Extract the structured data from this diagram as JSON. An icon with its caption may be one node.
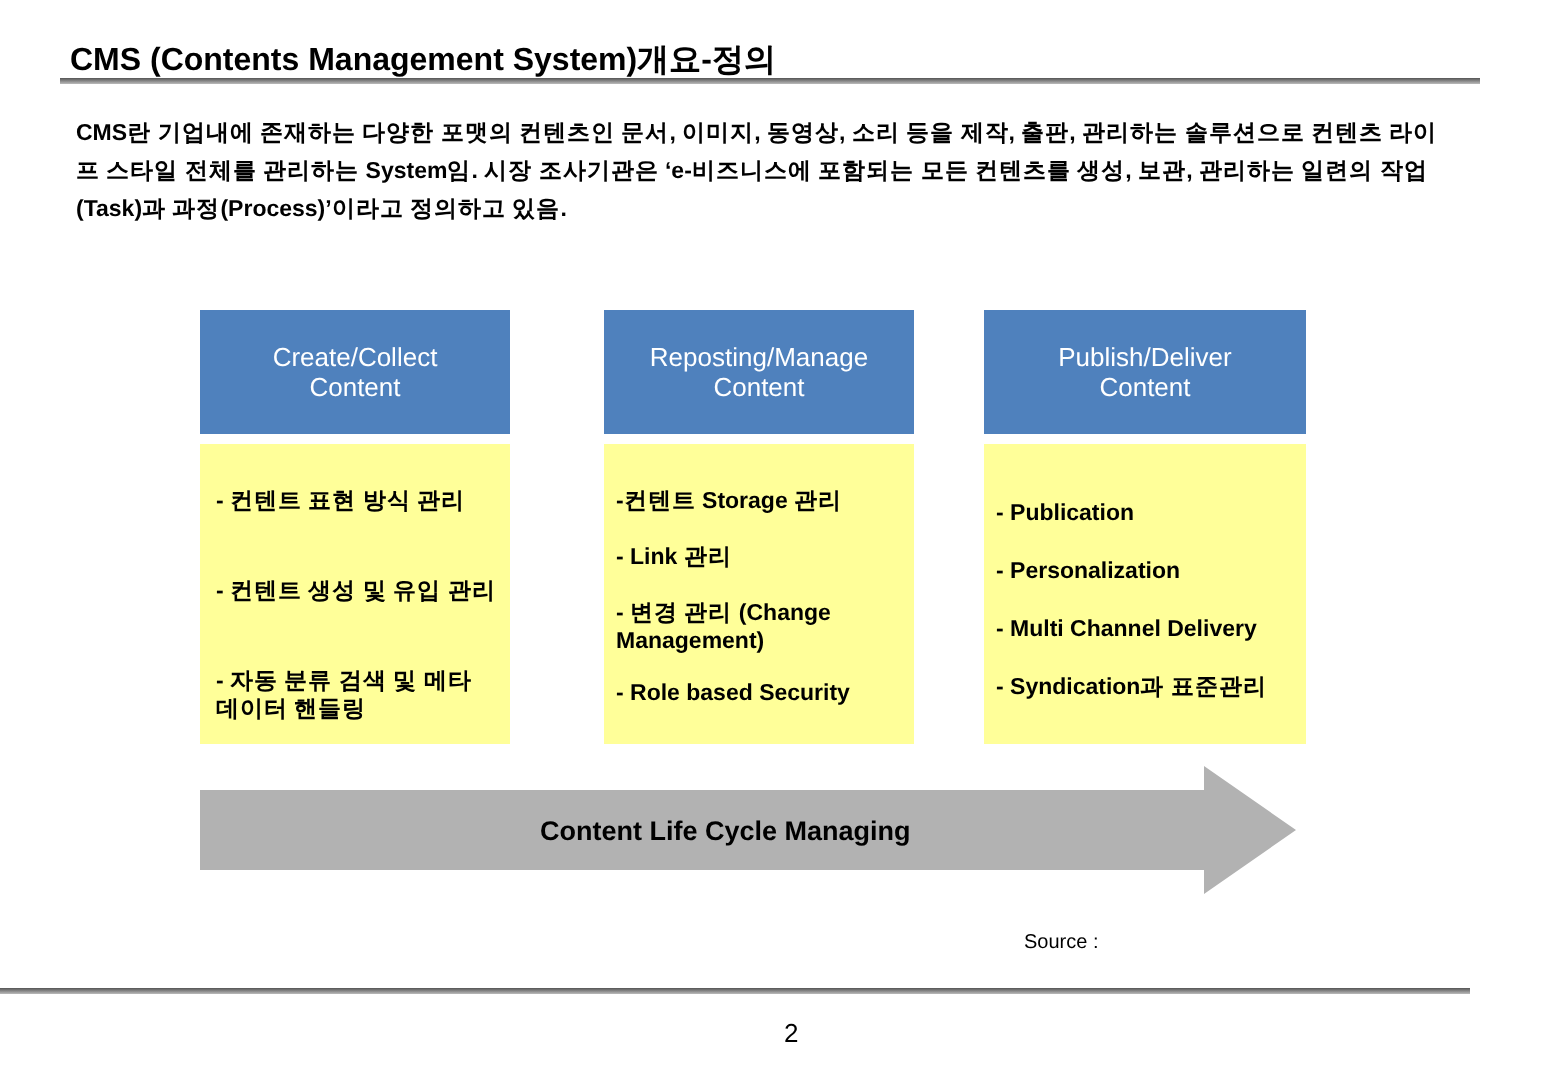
{
  "diagram": {
    "title": "CMS (Contents Management System)개요-정의",
    "nodes": [
      {
        "text": [
          "Create/Collect Content"
        ]
      },
      {
        "text": [
          "Reposting/Manage Content"
        ]
      },
      {
        "text": [
          "Publish/Deliver Content"
        ]
      },
      {
        "text": [
          "- 컨텐트 표현 방식 관리",
          "- 컨텐트 생성 및 유입 관리",
          "- 자동 분류 검색 및 메타 데이터 핸들링"
        ]
      },
      {
        "text": [
          "-컨텐트 Storage 관리",
          "- Link 관리",
          "- 변경 관리 (Change Management)",
          "- Role based Security"
        ]
      },
      {
        "text": [
          "- Publication",
          "- Personalization",
          "- Multi Channel Delivery",
          "- Syndication과 표준관리"
        ]
      },
      {
        "text": [
          "Content Life Cycle Managing"
        ]
      }
    ],
    "labels": [
      "CMS란 기업내에 존재하는 다양한 포맷의 컨텐츠인 문서, 이미지, 동영상, 소리 등을 제작, 출판, 관리하는 솔루션으로 컨텐츠 라이프 스타일 전체를 관리하는 System임. 시장 조사기관은 ‘e-비즈니스에 포함되는 모든 컨텐츠를 생성, 보관, 관리하는 일련의 작업(Task)과 과정(Process)’이라고 정의하고 있음.",
      "Source :",
      "2"
    ]
  }
}
